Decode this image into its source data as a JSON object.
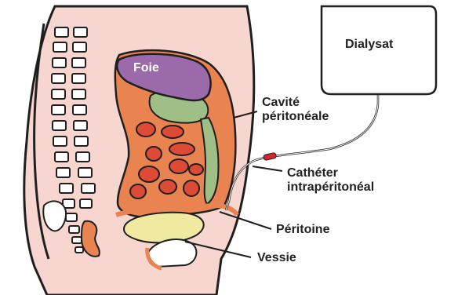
{
  "labels": {
    "dialysate": "Dialysat",
    "liver": "Foie",
    "cavity_line1": "Cavité",
    "cavity_line2": "péritonéale",
    "catheter_line1": "Cathéter",
    "catheter_line2": "intrapéritonéal",
    "peritoneum": "Péritoine",
    "bladder": "Vessie"
  },
  "colors": {
    "skin": "#f6d6cf",
    "outline": "#1f1f1f",
    "peritoneal_cavity": "#e9834f",
    "liver": "#9a6aaa",
    "stomach": "#9fbf86",
    "intestine": "#dd4a36",
    "bladder": "#efeaa0",
    "catheter_tip": "#d4262a"
  }
}
